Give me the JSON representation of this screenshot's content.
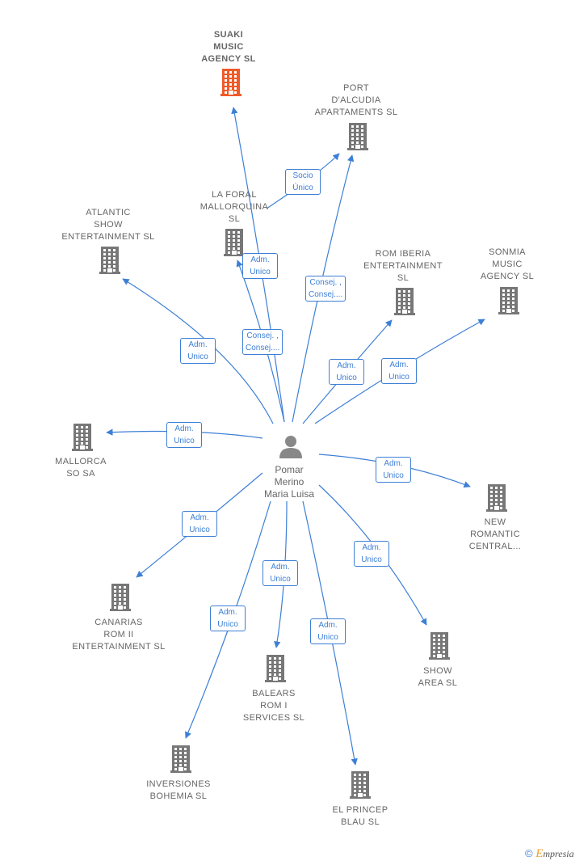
{
  "diagram": {
    "person": {
      "name": "Pomar\nMerino\nMaria Luisa"
    },
    "companies": [
      {
        "id": "suaki",
        "label": "SUAKI\nMUSIC\nAGENCY  SL",
        "highlight": true
      },
      {
        "id": "port",
        "label": "PORT\nD'ALCUDIA\nAPARTAMENTS SL"
      },
      {
        "id": "laforal",
        "label": "LA FORAL\nMALLORQUINA\nSL"
      },
      {
        "id": "atlantic",
        "label": "ATLANTIC\nSHOW\nENTERTAINMENT SL"
      },
      {
        "id": "romiberia",
        "label": "ROM IBERIA\nENTERTAINMENT\nSL"
      },
      {
        "id": "sonmia",
        "label": "SONMIA\nMUSIC\nAGENCY  SL"
      },
      {
        "id": "mallorca",
        "label": "MALLORCA\nSO SA"
      },
      {
        "id": "newromantic",
        "label": "NEW\nROMANTIC\nCENTRAL..."
      },
      {
        "id": "canarias",
        "label": "CANARIAS\nROM II\nENTERTAINMENT SL"
      },
      {
        "id": "show",
        "label": "SHOW\nAREA SL"
      },
      {
        "id": "baleares",
        "label": "BALEARS\nROM I\nSERVICES  SL"
      },
      {
        "id": "inversiones",
        "label": "INVERSIONES\nBOHEMIA  SL"
      },
      {
        "id": "princep",
        "label": "EL PRINCEP\nBLAU  SL"
      }
    ],
    "edges": [
      {
        "to": "suaki",
        "label": "Adm.\nUnico"
      },
      {
        "from": "laforal",
        "to": "port",
        "label": "Socio\nÚnico"
      },
      {
        "to": "port",
        "label": "Consej. ,\nConsej...."
      },
      {
        "to": "laforal",
        "label": "Consej. ,\nConsej...."
      },
      {
        "to": "atlantic",
        "label": "Adm.\nUnico"
      },
      {
        "to": "romiberia",
        "label": "Adm.\nUnico"
      },
      {
        "to": "sonmia",
        "label": "Adm.\nUnico"
      },
      {
        "to": "mallorca",
        "label": "Adm.\nUnico"
      },
      {
        "to": "newromantic",
        "label": "Adm.\nUnico"
      },
      {
        "to": "canarias",
        "label": "Adm.\nUnico"
      },
      {
        "to": "show",
        "label": "Adm.\nUnico"
      },
      {
        "to": "baleares",
        "label": "Adm.\nUnico"
      },
      {
        "to": "inversiones",
        "label": "Adm.\nUnico"
      },
      {
        "to": "princep",
        "label": "Adm.\nUnico"
      }
    ]
  },
  "colors": {
    "edge": "#3d7fd6",
    "building": "#777777",
    "highlight": "#f05a28",
    "person": "#888888"
  },
  "credit": {
    "symbol": "©",
    "brand_initial": "E",
    "brand_rest": "mpresia"
  }
}
